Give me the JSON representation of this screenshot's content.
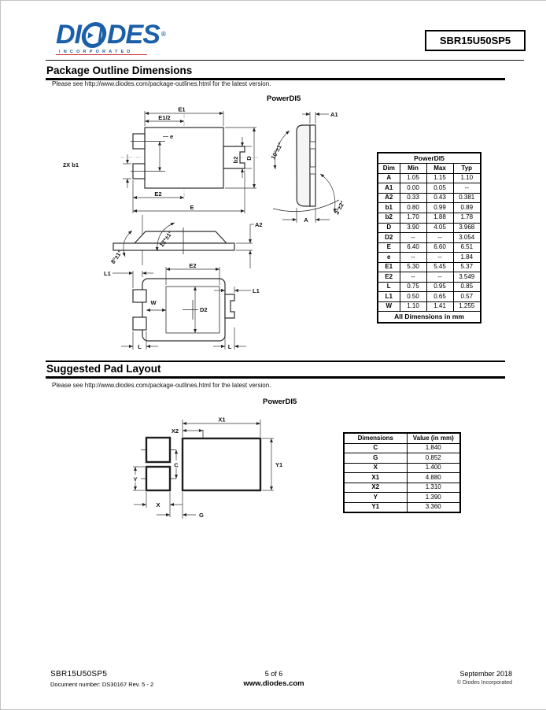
{
  "header": {
    "logo": {
      "di": "DI",
      "des": "DES",
      "reg": "®",
      "sub": "INCORPORATED"
    },
    "part_number": "SBR15U50SP5"
  },
  "outline_section": {
    "title": "Package Outline Dimensions",
    "note": "Please see http://www.diodes.com/package-outlines.html for the latest version.",
    "package_name": "PowerDI5"
  },
  "pad_section": {
    "title": "Suggested Pad Layout",
    "note": "Please see http://www.diodes.com/package-outlines.html for the latest version.",
    "package_name": "PowerDI5"
  },
  "dim_table": {
    "title": "PowerDI5",
    "columns": [
      "Dim",
      "Min",
      "Max",
      "Typ"
    ],
    "rows": [
      [
        "A",
        "1.05",
        "1.15",
        "1.10"
      ],
      [
        "A1",
        "0.00",
        "0.05",
        "--"
      ],
      [
        "A2",
        "0.33",
        "0.43",
        "0.381"
      ],
      [
        "b1",
        "0.80",
        "0.99",
        "0.89"
      ],
      [
        "b2",
        "1.70",
        "1.88",
        "1.78"
      ],
      [
        "D",
        "3.90",
        "4.05",
        "3.968"
      ],
      [
        "D2",
        "--",
        "--",
        "3.054"
      ],
      [
        "E",
        "6.40",
        "6.60",
        "6.51"
      ],
      [
        "e",
        "--",
        "--",
        "1.84"
      ],
      [
        "E1",
        "5.30",
        "5.45",
        "5.37"
      ],
      [
        "E2",
        "--",
        "--",
        "3.549"
      ],
      [
        "L",
        "0.75",
        "0.95",
        "0.85"
      ],
      [
        "L1",
        "0.50",
        "0.65",
        "0.57"
      ],
      [
        "W",
        "1.10",
        "1.41",
        "1.255"
      ]
    ],
    "footer": "All Dimensions in mm"
  },
  "pad_table": {
    "columns": [
      "Dimensions",
      "Value (in mm)"
    ],
    "rows": [
      [
        "C",
        "1.840"
      ],
      [
        "G",
        "0.852"
      ],
      [
        "X",
        "1.400"
      ],
      [
        "X1",
        "4.880"
      ],
      [
        "X2",
        "1.310"
      ],
      [
        "Y",
        "1.390"
      ],
      [
        "Y1",
        "3.360"
      ]
    ]
  },
  "outline_labels": {
    "e1": "E1",
    "e1_half": "E1/2",
    "pitch": "e",
    "b1": "2X b1",
    "b2": "b2",
    "d": "D",
    "e2": "E2",
    "e_total": "E",
    "a1": "A1",
    "angle_side_top": "10°±1°",
    "a": "A",
    "angle_side_bottom": "3°±2°",
    "a2": "A2",
    "angle_front": "12°±1°",
    "angle_front_left": "8°±1°",
    "l1_top": "L1",
    "e2_bottom": "E2",
    "l1_right": "L1",
    "w": "W",
    "d2": "D2",
    "l_left": "L",
    "l_right": "L"
  },
  "pad_labels": {
    "x1": "X1",
    "x2": "X2",
    "c": "C",
    "y": "Y",
    "y1": "Y1",
    "x": "X",
    "g": "G"
  },
  "footer": {
    "part_number": "SBR15U50SP5",
    "doc_number": "Document number: DS30167  Rev. 5 - 2",
    "page_info": "5 of 6",
    "website": "www.diodes.com",
    "date": "September 2018",
    "copyright": "© Diodes Incorporated"
  },
  "colors": {
    "brand_blue": "#1b5fa8",
    "brand_red": "#cc2229"
  }
}
